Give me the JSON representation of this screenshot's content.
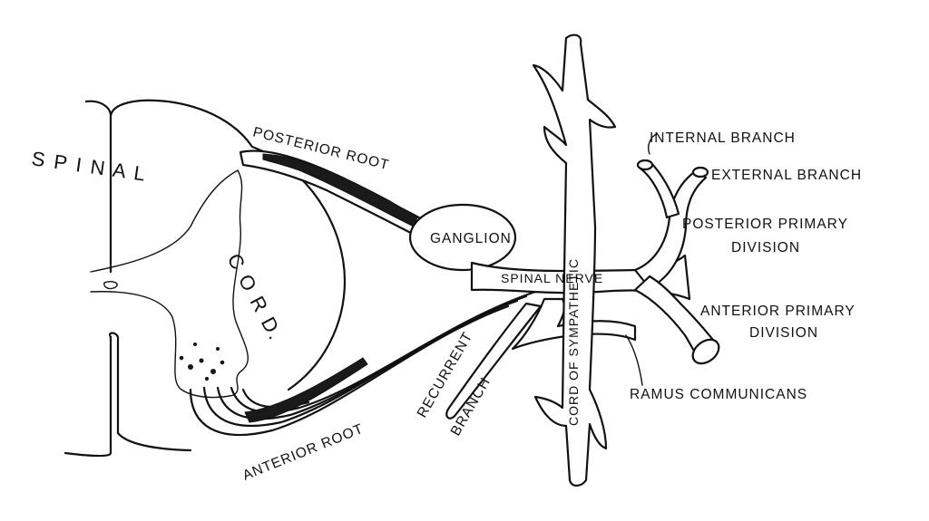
{
  "labels": {
    "spinal": "S P I N A L",
    "cord": "C O R D.",
    "posterior_root": "POSTERIOR ROOT",
    "ganglion": "GANGLION",
    "spinal_nerve": "SPINAL NERVE",
    "anterior_root": "ANTERIOR ROOT",
    "recurrent": "RECURRENT",
    "branch": "BRANCH",
    "cord_of_sympathetic": "CORD OF SYMPATHETIC",
    "internal_branch": "INTERNAL BRANCH",
    "external_branch": "EXTERNAL BRANCH",
    "posterior_primary_1": "POSTERIOR PRIMARY",
    "posterior_primary_2": "DIVISION",
    "anterior_primary_1": "ANTERIOR PRIMARY",
    "anterior_primary_2": "DIVISION",
    "ramus_communicans": "RAMUS COMMUNICANS"
  },
  "colors": {
    "ink": "#111111",
    "background": "#ffffff"
  }
}
